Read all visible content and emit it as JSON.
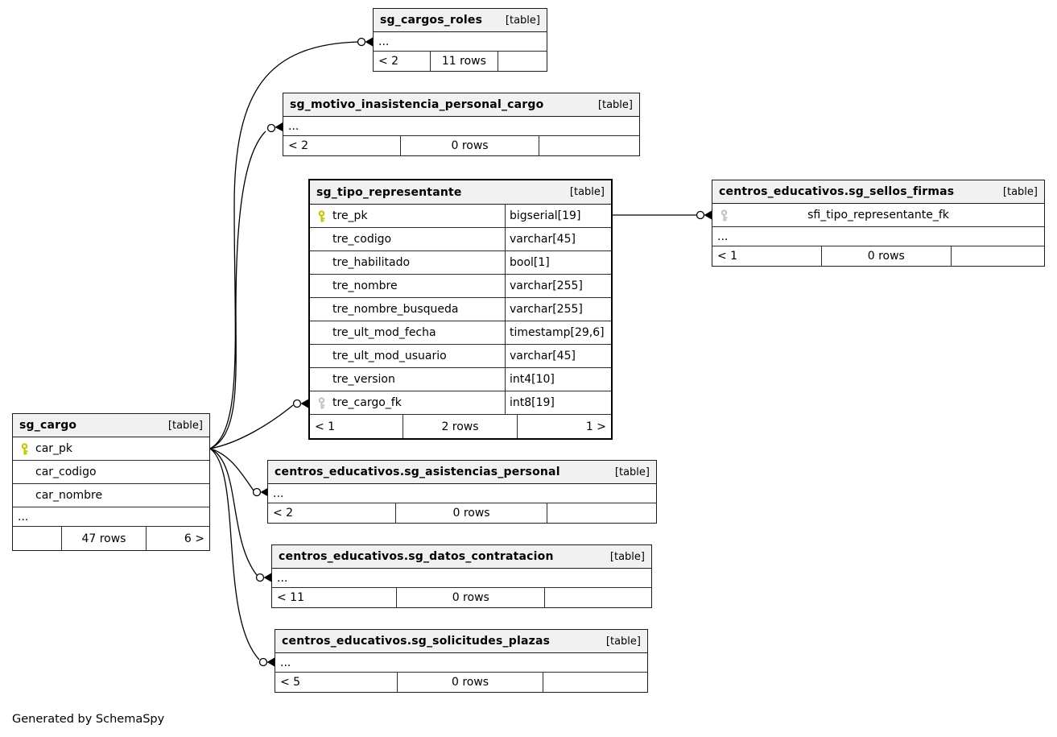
{
  "diagram": {
    "badge": "[table]",
    "ellipsis": "...",
    "footer_note": "Generated by SchemaSpy",
    "colors": {
      "primary_key": "#c6c600",
      "foreign_key": "#c4c4c4",
      "header_bg": "#f1f1f1",
      "connector": "#000000"
    },
    "tables": {
      "sg_cargos_roles": {
        "title": "sg_cargos_roles",
        "footer": {
          "left": "< 2",
          "center": "11 rows",
          "right": ""
        }
      },
      "sg_motivo_inasistencia_personal_cargo": {
        "title": "sg_motivo_inasistencia_personal_cargo",
        "footer": {
          "left": "< 2",
          "center": "0 rows",
          "right": ""
        }
      },
      "sg_tipo_representante": {
        "title": "sg_tipo_representante",
        "columns": [
          {
            "name": "tre_pk",
            "type": "bigserial[19]",
            "key": "primary"
          },
          {
            "name": "tre_codigo",
            "type": "varchar[45]",
            "key": ""
          },
          {
            "name": "tre_habilitado",
            "type": "bool[1]",
            "key": ""
          },
          {
            "name": "tre_nombre",
            "type": "varchar[255]",
            "key": ""
          },
          {
            "name": "tre_nombre_busqueda",
            "type": "varchar[255]",
            "key": ""
          },
          {
            "name": "tre_ult_mod_fecha",
            "type": "timestamp[29,6]",
            "key": ""
          },
          {
            "name": "tre_ult_mod_usuario",
            "type": "varchar[45]",
            "key": ""
          },
          {
            "name": "tre_version",
            "type": "int4[10]",
            "key": ""
          },
          {
            "name": "tre_cargo_fk",
            "type": "int8[19]",
            "key": "foreign"
          }
        ],
        "footer": {
          "left": "< 1",
          "center": "2 rows",
          "right": "1 >"
        }
      },
      "sg_sellos_firmas": {
        "title": "centros_educativos.sg_sellos_firmas",
        "fk_label": "sfi_tipo_representante_fk",
        "footer": {
          "left": "< 1",
          "center": "0 rows",
          "right": ""
        }
      },
      "sg_cargo": {
        "title": "sg_cargo",
        "columns": [
          {
            "name": "car_pk",
            "key": "primary"
          },
          {
            "name": "car_codigo",
            "key": ""
          },
          {
            "name": "car_nombre",
            "key": ""
          }
        ],
        "footer": {
          "left": "",
          "center": "47 rows",
          "right": "6 >"
        }
      },
      "sg_asistencias_personal": {
        "title": "centros_educativos.sg_asistencias_personal",
        "footer": {
          "left": "< 2",
          "center": "0 rows",
          "right": ""
        }
      },
      "sg_datos_contratacion": {
        "title": "centros_educativos.sg_datos_contratacion",
        "footer": {
          "left": "< 11",
          "center": "0 rows",
          "right": ""
        }
      },
      "sg_solicitudes_plazas": {
        "title": "centros_educativos.sg_solicitudes_plazas",
        "footer": {
          "left": "< 5",
          "center": "0 rows",
          "right": ""
        }
      }
    }
  }
}
